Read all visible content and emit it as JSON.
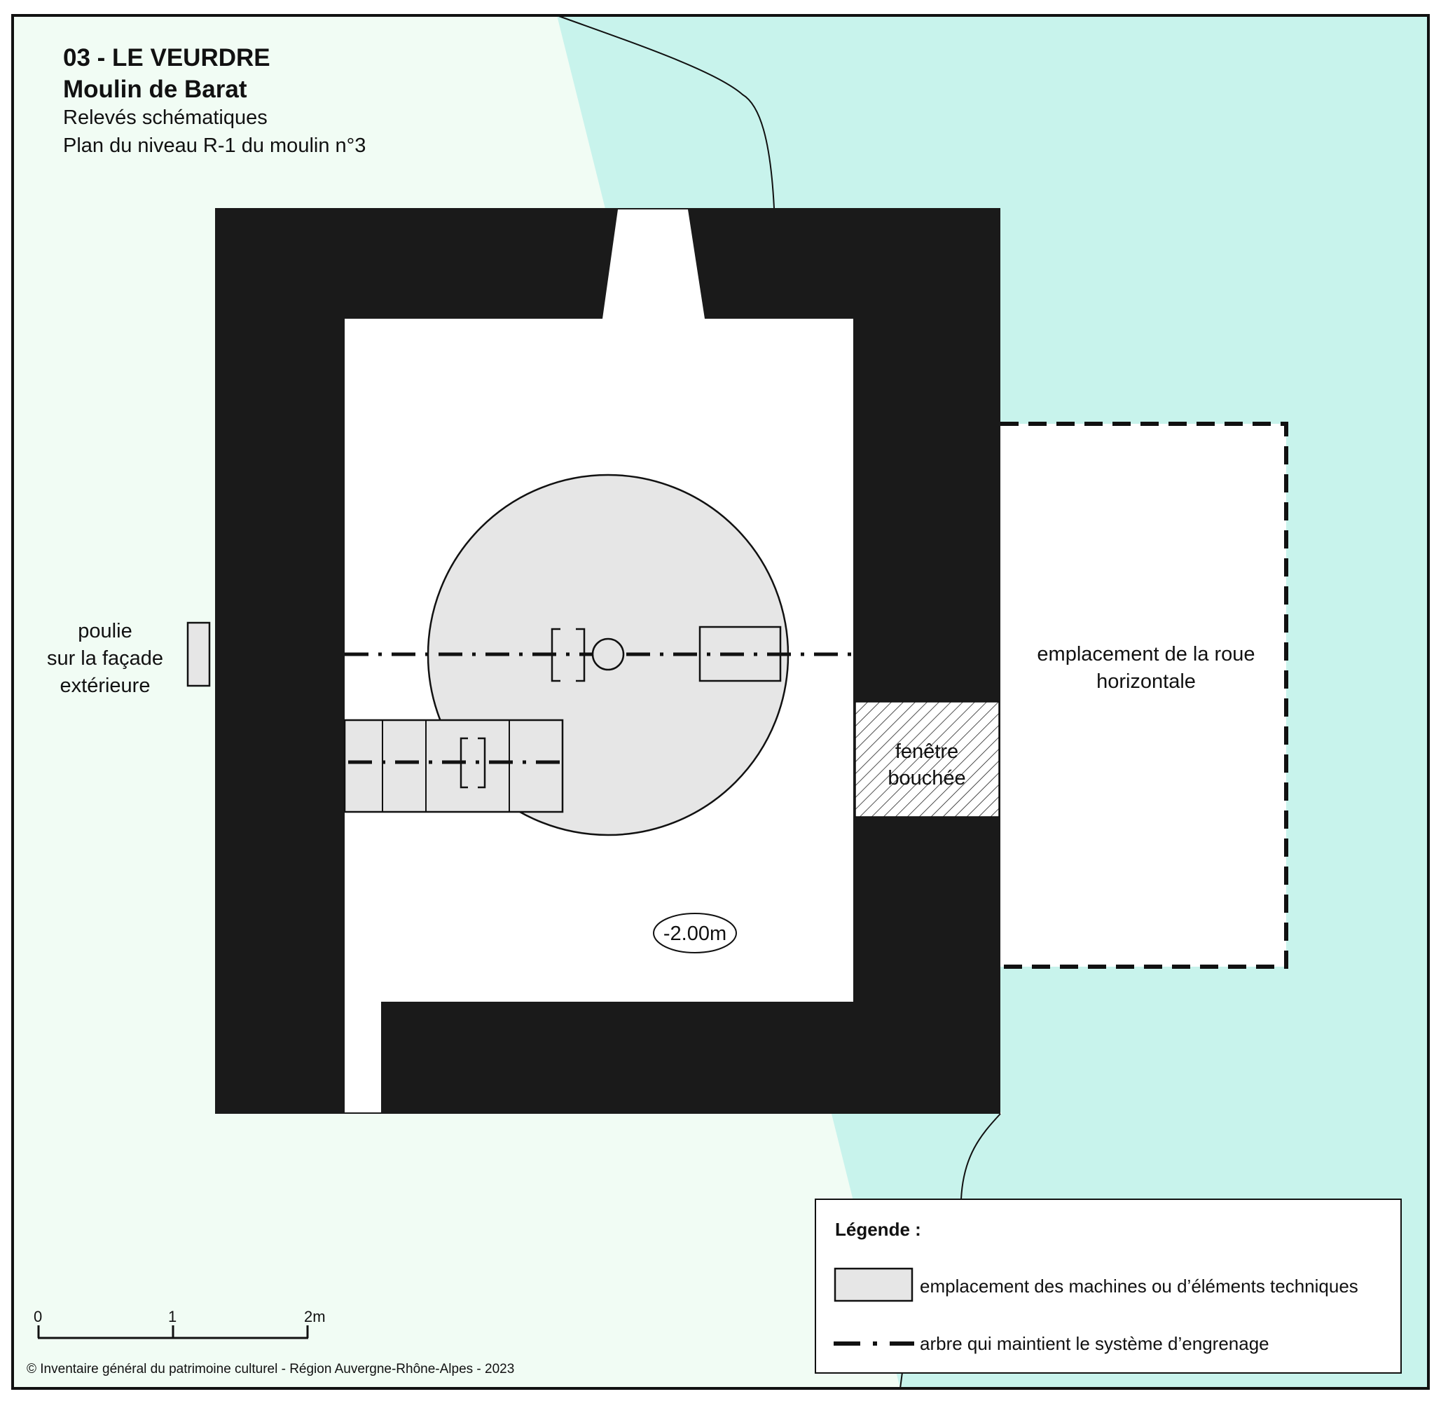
{
  "header": {
    "line1": "03 - LE VEURDRE",
    "line2": "Moulin de Barat",
    "line3": "Relevés schématiques",
    "line4": "Plan du niveau R-1 du moulin n°3"
  },
  "labels": {
    "poulie": [
      "poulie",
      "sur la façade",
      "extérieure"
    ],
    "roue": [
      "emplacement de la roue",
      "horizontale"
    ],
    "fenetre": [
      "fenêtre",
      "bouchée"
    ],
    "level": "-2.00m"
  },
  "legend": {
    "title": "Légende :",
    "machines": "emplacement des machines ou d’éléments techniques",
    "arbre": "arbre qui maintient le système d’engrenage"
  },
  "scale": {
    "t0": "0",
    "t1": "1",
    "t2": "2m"
  },
  "credit": "© Inventaire général du patrimoine culturel - Région Auvergne-Rhône-Alpes - 2023",
  "colors": {
    "land": "#f1fcf4",
    "water": "#c8f3ec",
    "wall": "#1a1a1a",
    "machine": "#e6e6e6",
    "frame": "#111111"
  }
}
